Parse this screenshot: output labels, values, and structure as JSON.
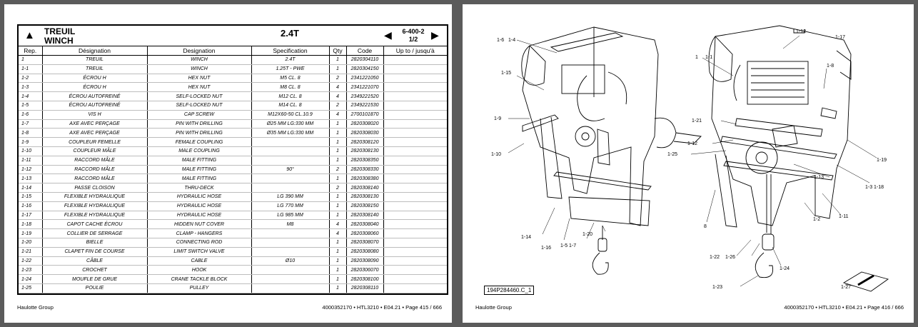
{
  "left_page": {
    "title_fr": "TREUIL",
    "title_en": "WINCH",
    "model": "2.4T",
    "page_ref_1": "6-400-2",
    "page_ref_2": "1/2",
    "columns": [
      "Rep.",
      "Désignation",
      "Designation",
      "Specification",
      "Qty",
      "Code",
      "Up to / jusqu'à"
    ],
    "rows": [
      [
        "1",
        "TREUIL",
        "WINCH",
        "2.4T",
        "1",
        "2820304110",
        ""
      ],
      [
        "1-1",
        "TREUIL",
        "WINCH",
        "1.25T - PWE",
        "1",
        "2820304150",
        ""
      ],
      [
        "1-2",
        "ÉCROU H",
        "HEX NUT",
        "M5 CL. 8",
        "2",
        "2341221050",
        ""
      ],
      [
        "1-3",
        "ÉCROU H",
        "HEX NUT",
        "M8 CL. 8",
        "4",
        "2341221070",
        ""
      ],
      [
        "1-4",
        "ÉCROU AUTOFREINÉ",
        "SELF-LOCKED NUT",
        "M12 CL. 8",
        "4",
        "2349221520",
        ""
      ],
      [
        "1-5",
        "ÉCROU AUTOFREINÉ",
        "SELF-LOCKED NUT",
        "M14 CL. 8",
        "2",
        "2349221530",
        ""
      ],
      [
        "1-6",
        "VIS H",
        "CAP SCREW",
        "M12X60-50 CL.10.9",
        "4",
        "2700101870",
        ""
      ],
      [
        "1-7",
        "AXE AVEC PERÇAGE",
        "PIN WITH DRILLING",
        "Ø25 MM LG:330 MM",
        "1",
        "2820308020",
        ""
      ],
      [
        "1-8",
        "AXE AVEC PERÇAGE",
        "PIN WITH DRILLING",
        "Ø35 MM LG:330 MM",
        "1",
        "2820308030",
        ""
      ],
      [
        "1-9",
        "COUPLEUR FEMELLE",
        "FEMALE COUPLING",
        "",
        "1",
        "2820308120",
        ""
      ],
      [
        "1-10",
        "COUPLEUR MÂLE",
        "MALE COUPLING",
        "",
        "1",
        "2820308130",
        ""
      ],
      [
        "1-11",
        "RACCORD MÂLE",
        "MALE FITTING",
        "",
        "1",
        "2820308350",
        ""
      ],
      [
        "1-12",
        "RACCORD MÂLE",
        "MALE FITTING",
        "90°",
        "2",
        "2820308330",
        ""
      ],
      [
        "1-13",
        "RACCORD MÂLE",
        "MALE FITTING",
        "",
        "1",
        "2820308380",
        ""
      ],
      [
        "1-14",
        "PASSE CLOISON",
        "THRU-DECK",
        "",
        "2",
        "2820308140",
        ""
      ],
      [
        "1-15",
        "FLEXIBLE HYDRAULIQUE",
        "HYDRAULIC HOSE",
        "LG 390 MM",
        "1",
        "2820308130",
        ""
      ],
      [
        "1-16",
        "FLEXIBLE HYDRAULIQUE",
        "HYDRAULIC HOSE",
        "LG 770 MM",
        "1",
        "2820308150",
        ""
      ],
      [
        "1-17",
        "FLEXIBLE HYDRAULIQUE",
        "HYDRAULIC HOSE",
        "LG 985 MM",
        "1",
        "2820308140",
        ""
      ],
      [
        "1-18",
        "CAPOT CACHE ÉCROU",
        "HIDDEN NUT COVER",
        "M8",
        "4",
        "2820308040",
        ""
      ],
      [
        "1-19",
        "COLLIER DE SERRAGE",
        "CLAMP - HANGERS",
        "",
        "4",
        "2820308060",
        ""
      ],
      [
        "1-20",
        "BIELLE",
        "CONNECTING ROD",
        "",
        "1",
        "2820308070",
        ""
      ],
      [
        "1-21",
        "CLAPET FIN DE COURSE",
        "LIMIT SWITCH VALVE",
        "",
        "1",
        "2820308080",
        ""
      ],
      [
        "1-22",
        "CÂBLE",
        "CABLE",
        "Ø10",
        "1",
        "2820308090",
        ""
      ],
      [
        "1-23",
        "CROCHET",
        "HOOK",
        "",
        "1",
        "2820306070",
        ""
      ],
      [
        "1-24",
        "MOUFLE DE GRUE",
        "CRANE TACKLE BLOCK",
        "",
        "1",
        "2820308100",
        ""
      ],
      [
        "1-25",
        "POULIE",
        "PULLEY",
        "",
        "1",
        "2820308110",
        ""
      ]
    ],
    "footer_left": "Haulotte Group",
    "footer_right": "4000352170 • HTL3210 • E04.21 • Page 415 / 666"
  },
  "right_page": {
    "labels": {
      "l16": "1-6",
      "l14": "1-4",
      "l115": "1-15",
      "l19": "1-9",
      "l110": "1-10",
      "l114": "1-14",
      "l116": "1-16",
      "l157": "1-5 1-7",
      "l120": "1-20",
      "l1": "1",
      "l11": "1-1",
      "l112a": "1-12",
      "l117": "1-17",
      "l121": "1-21",
      "l112b": "1-12",
      "l125": "1-25",
      "l18": "1-8",
      "l113": "1-13",
      "l119": "1-19",
      "l13_18": "1-3  1-18",
      "l12": "1-2",
      "l111": "1-11",
      "l8": "8",
      "l122": "1-22",
      "l126": "1-26",
      "l124": "1-24",
      "l123": "1-23",
      "l127": "1-27"
    },
    "drawing_id": "194P284460.C_1",
    "footer_left": "Haulotte Group",
    "footer_right": "4000352170 • HTL3210 • E04.21 • Page 416 / 666"
  },
  "colors": {
    "background": "#5b5b5b",
    "page": "#ffffff",
    "ink": "#000000"
  },
  "icons": [
    "up-arrow-icon",
    "prev-arrow-icon",
    "next-arrow-icon"
  ]
}
